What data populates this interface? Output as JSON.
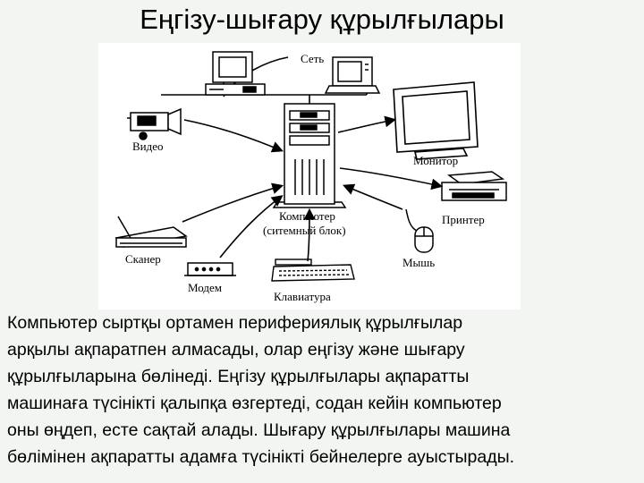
{
  "slide": {
    "title": "Еңгізу-шығару құрылғылары"
  },
  "diagram": {
    "labels": {
      "network": "Сеть",
      "video": "Видео",
      "monitor": "Монитор",
      "computer_line1": "Компьютер",
      "computer_line2": "(ситемный блок)",
      "printer": "Принтер",
      "scanner": "Сканер",
      "mouse": "Мышь",
      "modem": "Модем",
      "keyboard": "Клавиатура"
    }
  },
  "body": {
    "lines": [
      "Компьютер сыртқы ортамен перифериялық құрылғылар",
      "арқылы ақпаратпен алмасады, олар еңгізу және шығару",
      "құрылғыларына бөлінеді. Еңгізу құрылғылары ақпаратты",
      "машинаға түсінікті қалыпқа өзгертеді, содан кейін компьютер",
      "оны өңдеп, есте сақтай алады. Шығару құрылғылары машина",
      "бөлімінен ақпаратты адамға түсінікті бейнелерге ауыстырады."
    ]
  }
}
